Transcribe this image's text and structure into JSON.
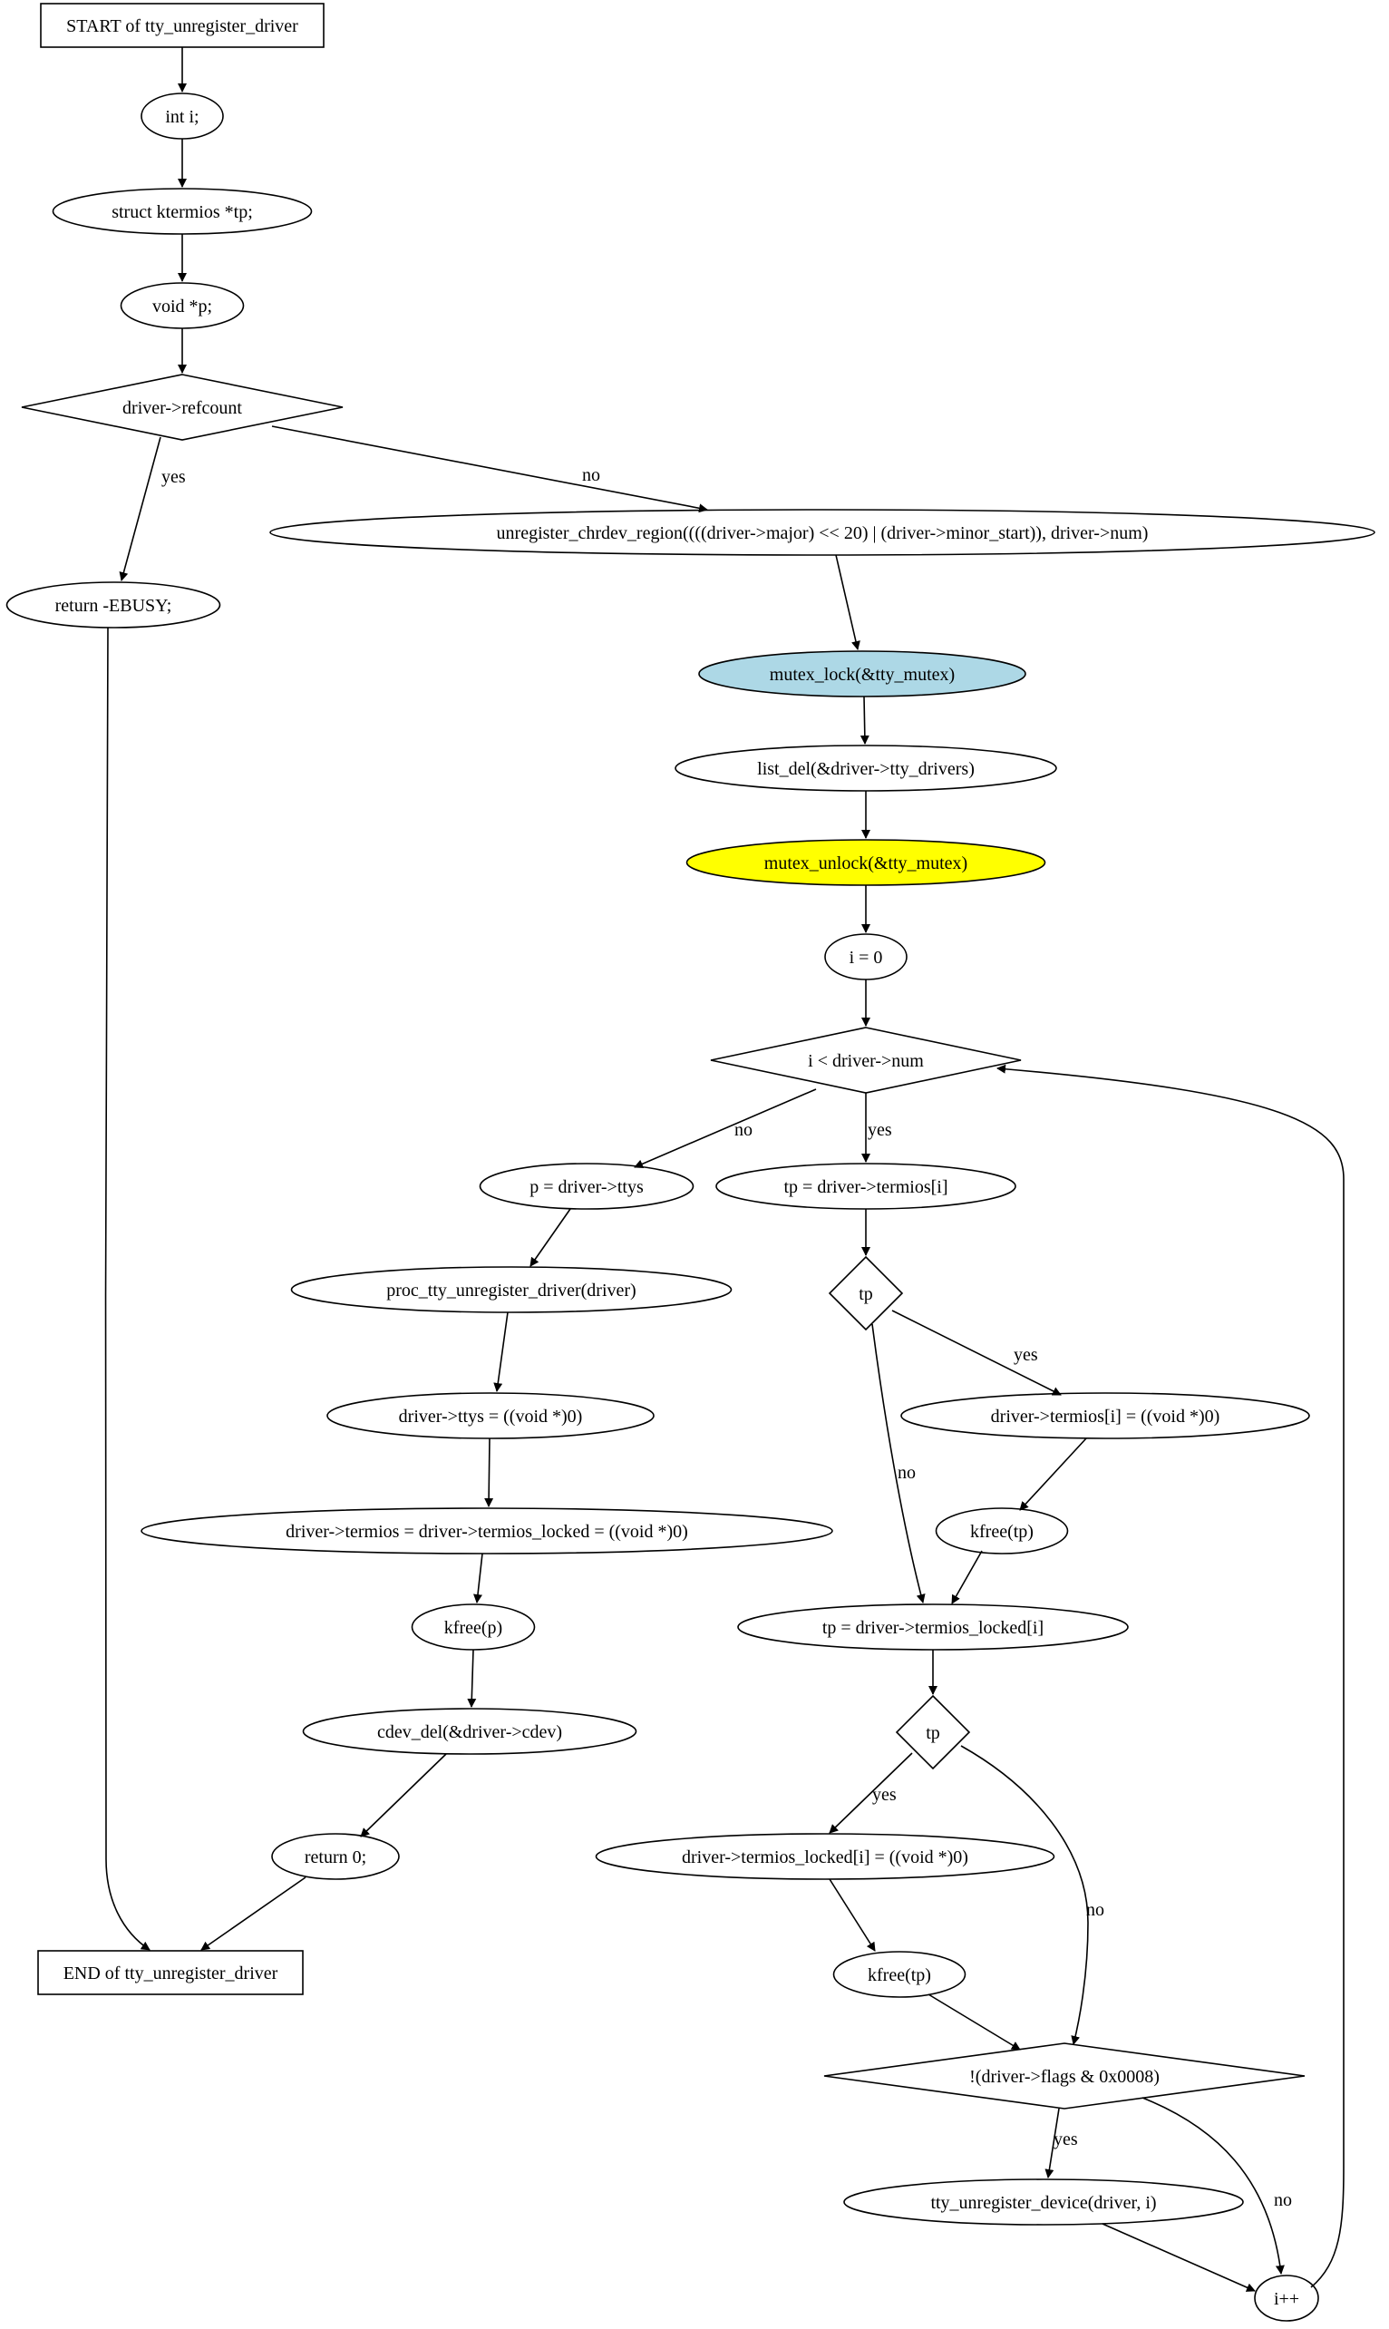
{
  "colors": {
    "highlight_lock": "#ADD8E6",
    "highlight_unlock": "#FFFF00",
    "stroke": "#000000",
    "background": "#FFFFFF"
  },
  "nodes": {
    "start": {
      "label": "START of tty_unregister_driver",
      "shape": "box"
    },
    "int_i": {
      "label": "int i;",
      "shape": "ellipse"
    },
    "struct_tp": {
      "label": "struct ktermios *tp;",
      "shape": "ellipse"
    },
    "void_p": {
      "label": "void *p;",
      "shape": "ellipse"
    },
    "refcount": {
      "label": "driver->refcount",
      "shape": "diamond"
    },
    "return_ebusy": {
      "label": "return -EBUSY;",
      "shape": "ellipse"
    },
    "unregister_region": {
      "label": "unregister_chrdev_region((((driver->major) << 20) | (driver->minor_start)), driver->num)",
      "shape": "ellipse"
    },
    "mutex_lock": {
      "label": "mutex_lock(&tty_mutex)",
      "shape": "ellipse",
      "fill": "lightblue"
    },
    "list_del": {
      "label": "list_del(&driver->tty_drivers)",
      "shape": "ellipse"
    },
    "mutex_unlock": {
      "label": "mutex_unlock(&tty_mutex)",
      "shape": "ellipse",
      "fill": "yellow"
    },
    "i_init": {
      "label": "i = 0",
      "shape": "ellipse"
    },
    "loop_cond": {
      "label": "i < driver->num",
      "shape": "diamond"
    },
    "p_ttys": {
      "label": "p = driver->ttys",
      "shape": "ellipse"
    },
    "tp_termios": {
      "label": "tp = driver->termios[i]",
      "shape": "ellipse"
    },
    "proc_unreg": {
      "label": "proc_tty_unregister_driver(driver)",
      "shape": "ellipse"
    },
    "tp_check1": {
      "label": "tp",
      "shape": "diamond"
    },
    "ttys_null": {
      "label": "driver->ttys = ((void *)0)",
      "shape": "ellipse"
    },
    "termios_i_null": {
      "label": "driver->termios[i] = ((void *)0)",
      "shape": "ellipse"
    },
    "termios_both_null": {
      "label": "driver->termios = driver->termios_locked = ((void *)0)",
      "shape": "ellipse"
    },
    "kfree_tp1": {
      "label": "kfree(tp)",
      "shape": "ellipse"
    },
    "kfree_p": {
      "label": "kfree(p)",
      "shape": "ellipse"
    },
    "tp_locked": {
      "label": "tp = driver->termios_locked[i]",
      "shape": "ellipse"
    },
    "cdev_del": {
      "label": "cdev_del(&driver->cdev)",
      "shape": "ellipse"
    },
    "tp_check2": {
      "label": "tp",
      "shape": "diamond"
    },
    "return_0": {
      "label": "return 0;",
      "shape": "ellipse"
    },
    "termios_locked_null": {
      "label": "driver->termios_locked[i] = ((void *)0)",
      "shape": "ellipse"
    },
    "end": {
      "label": "END of tty_unregister_driver",
      "shape": "box"
    },
    "kfree_tp2": {
      "label": "kfree(tp)",
      "shape": "ellipse"
    },
    "flags_check": {
      "label": "!(driver->flags & 0x0008)",
      "shape": "diamond"
    },
    "tty_unreg_dev": {
      "label": "tty_unregister_device(driver, i)",
      "shape": "ellipse"
    },
    "i_inc": {
      "label": "i++",
      "shape": "ellipse"
    }
  },
  "edges": [
    {
      "from": "start",
      "to": "int_i",
      "label": ""
    },
    {
      "from": "int_i",
      "to": "struct_tp",
      "label": ""
    },
    {
      "from": "struct_tp",
      "to": "void_p",
      "label": ""
    },
    {
      "from": "void_p",
      "to": "refcount",
      "label": ""
    },
    {
      "from": "refcount",
      "to": "return_ebusy",
      "label": "yes"
    },
    {
      "from": "refcount",
      "to": "unregister_region",
      "label": "no"
    },
    {
      "from": "unregister_region",
      "to": "mutex_lock",
      "label": ""
    },
    {
      "from": "mutex_lock",
      "to": "list_del",
      "label": ""
    },
    {
      "from": "list_del",
      "to": "mutex_unlock",
      "label": ""
    },
    {
      "from": "mutex_unlock",
      "to": "i_init",
      "label": ""
    },
    {
      "from": "i_init",
      "to": "loop_cond",
      "label": ""
    },
    {
      "from": "loop_cond",
      "to": "p_ttys",
      "label": "no"
    },
    {
      "from": "loop_cond",
      "to": "tp_termios",
      "label": "yes"
    },
    {
      "from": "p_ttys",
      "to": "proc_unreg",
      "label": ""
    },
    {
      "from": "proc_unreg",
      "to": "ttys_null",
      "label": ""
    },
    {
      "from": "ttys_null",
      "to": "termios_both_null",
      "label": ""
    },
    {
      "from": "termios_both_null",
      "to": "kfree_p",
      "label": ""
    },
    {
      "from": "kfree_p",
      "to": "cdev_del",
      "label": ""
    },
    {
      "from": "cdev_del",
      "to": "return_0",
      "label": ""
    },
    {
      "from": "return_0",
      "to": "end",
      "label": ""
    },
    {
      "from": "return_ebusy",
      "to": "end",
      "label": ""
    },
    {
      "from": "tp_termios",
      "to": "tp_check1",
      "label": ""
    },
    {
      "from": "tp_check1",
      "to": "termios_i_null",
      "label": "yes"
    },
    {
      "from": "tp_check1",
      "to": "tp_locked",
      "label": "no"
    },
    {
      "from": "termios_i_null",
      "to": "kfree_tp1",
      "label": ""
    },
    {
      "from": "kfree_tp1",
      "to": "tp_locked",
      "label": ""
    },
    {
      "from": "tp_locked",
      "to": "tp_check2",
      "label": ""
    },
    {
      "from": "tp_check2",
      "to": "termios_locked_null",
      "label": "yes"
    },
    {
      "from": "tp_check2",
      "to": "flags_check",
      "label": "no"
    },
    {
      "from": "termios_locked_null",
      "to": "kfree_tp2",
      "label": ""
    },
    {
      "from": "kfree_tp2",
      "to": "flags_check",
      "label": ""
    },
    {
      "from": "flags_check",
      "to": "tty_unreg_dev",
      "label": "yes"
    },
    {
      "from": "flags_check",
      "to": "i_inc",
      "label": "no"
    },
    {
      "from": "tty_unreg_dev",
      "to": "i_inc",
      "label": ""
    },
    {
      "from": "i_inc",
      "to": "loop_cond",
      "label": ""
    }
  ]
}
